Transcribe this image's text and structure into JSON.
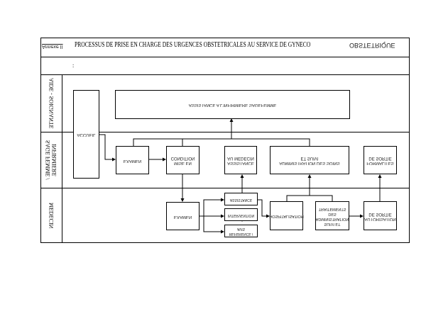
{
  "header": {
    "annex": "Annexe II",
    "title": "PROCESSUS DE PRISE EN CHARGE DES URGENCES OBSTETRICALES AU SERVICE DE GYNECO",
    "title_suffix": "OBSTETRIQUE",
    "note": ":"
  },
  "lanes": [
    "AIDE - SOIGNANTE",
    "SAGE FEMME / INFIRMIERE",
    "MEDECIN"
  ],
  "boxes": {
    "accueil": "ACCUEIL",
    "assistance_inf": "ASSISTANCE A L'INFIRMIERE SAGEFEMME",
    "examen_sf": "EXAMEN",
    "mise_condition": "MISE EN CONDITION",
    "assistance_med": "ASSISTANCE AU MEDECIN",
    "admin_soins": "ADMINISTRATION DES SOINS ET SUIVI",
    "formalites": "FORMALITES DE SORTIE",
    "examen_med": "EXAMEN",
    "small1": "ASSISTANCE",
    "small2": "INTERVENTION",
    "small3": "REFERENCE / AVIS",
    "hospitalisation": "HOSPITALISATION",
    "suivi": "SUIVI ET ADMINISTRATION DES TRAITEMENTS",
    "autorisation": "AUTORISATION DE SORTIE"
  }
}
